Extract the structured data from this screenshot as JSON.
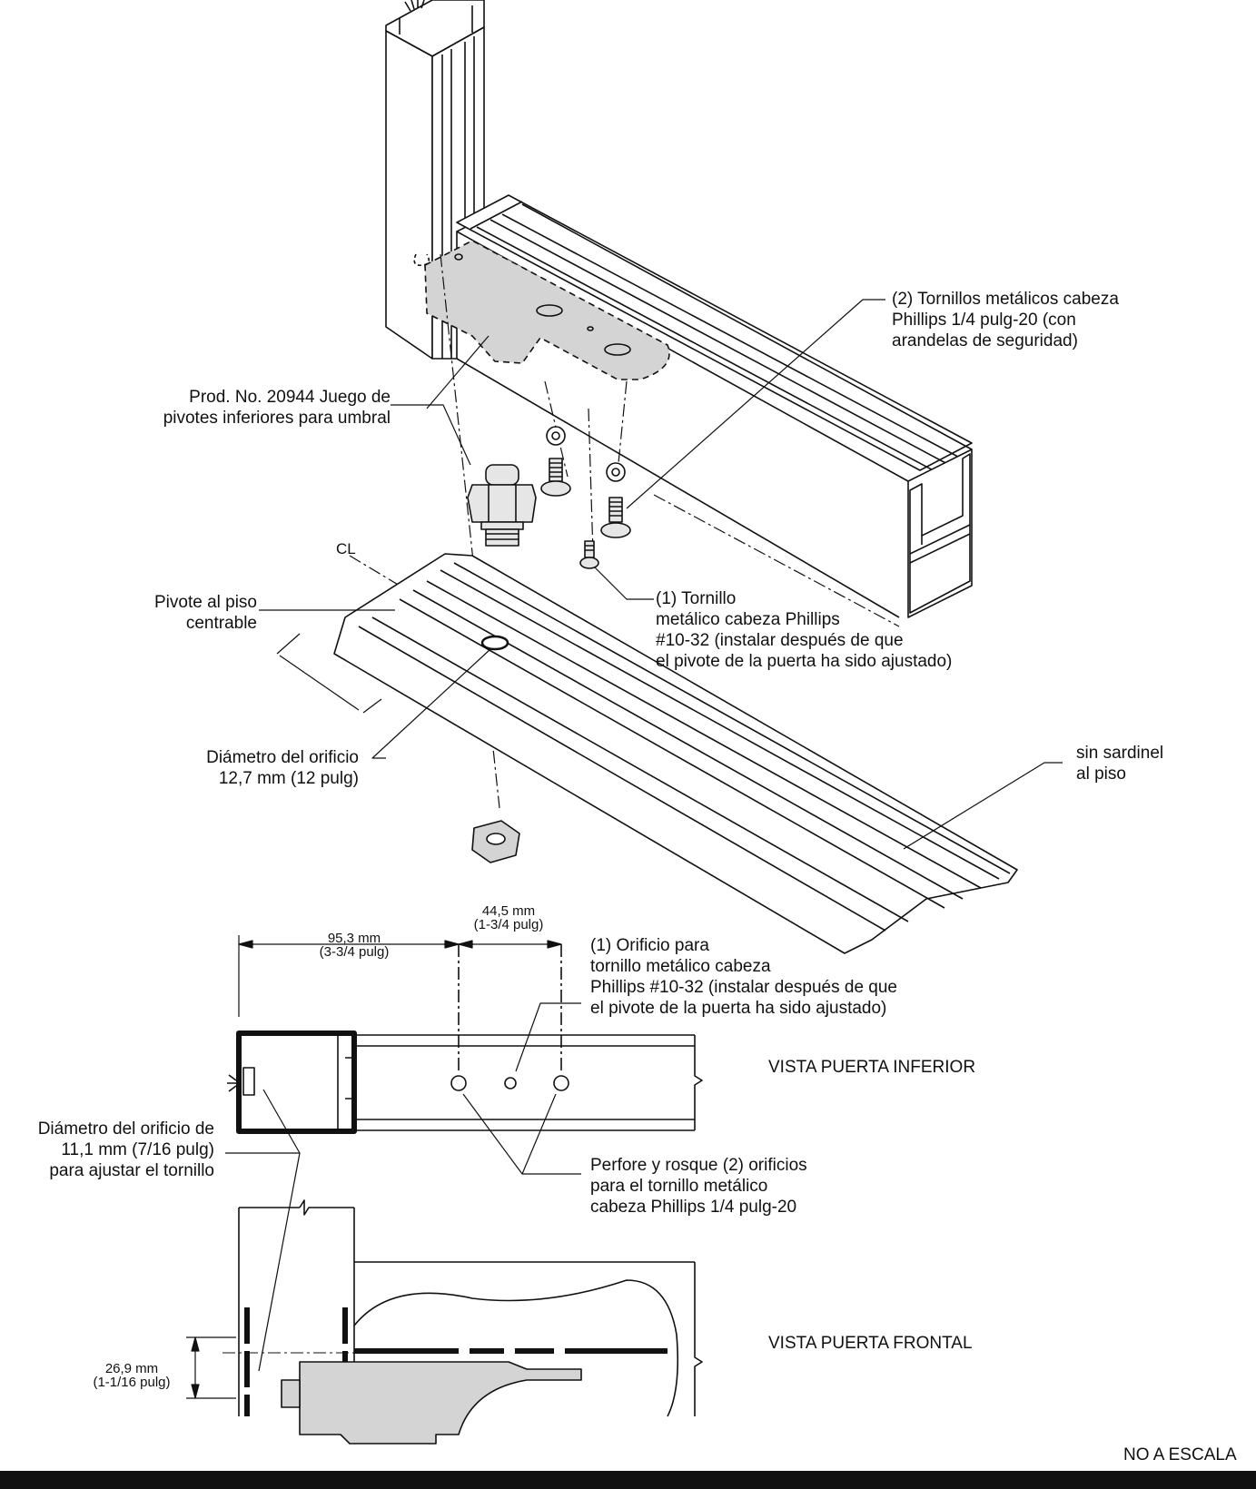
{
  "labels": {
    "tornillos_2": "(2) Tornillos metálicos cabeza\nPhillips 1/4 pulg-20 (con\narandelas de seguridad)",
    "prod_no": "Prod. No. 20944 Juego de\npivotes inferiores para umbral",
    "pivote_piso": "Pivote al piso\ncentrable",
    "tornillo_1": "(1) Tornillo\nmetálico cabeza Phillips\n#10-32 (instalar después de que\nel pivote de la puerta ha sido ajustado)",
    "diametro_12": "Diámetro del orificio\n12,7 mm (12 pulg)",
    "sin_sardinel": "sin sardinel\nal piso",
    "orificio_1": "(1) Orificio para\ntornillo metálico cabeza\nPhillips #10-32 (instalar después de que\nel pivote de la puerta ha sido ajustado)",
    "vista_inferior": "VISTA PUERTA INFERIOR",
    "diametro_11": "Diámetro del orificio de\n11,1 mm (7/16 pulg)\npara ajustar el tornillo",
    "perfore": "Perfore y rosque (2) orificios\npara el tornillo metálico\ncabeza Phillips 1/4 pulg-20",
    "vista_frontal": "VISTA PUERTA FRONTAL",
    "no_escala": "NO A ESCALA",
    "centerline": "CL"
  },
  "dimensions": {
    "d95": "95,3 mm\n(3-3/4 pulg)",
    "d44": "44,5 mm\n(1-3/4 pulg)",
    "d26": "26,9 mm\n(1-1/16 pulg)"
  },
  "colors": {
    "line": "#111111",
    "part_fill": "#d4d4d4",
    "hardware_fill": "#e6e6e6"
  }
}
